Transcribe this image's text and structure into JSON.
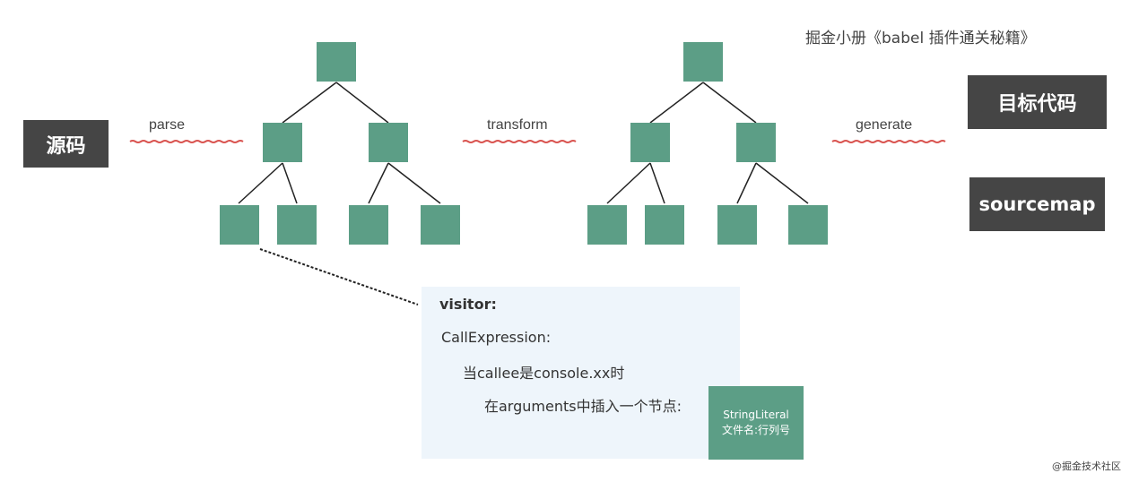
{
  "header": {
    "book_title": "掘金小册《babel 插件通关秘籍》"
  },
  "stages": {
    "source": "源码",
    "target_code": "目标代码",
    "sourcemap": "sourcemap"
  },
  "steps": {
    "parse": "parse",
    "transform": "transform",
    "generate": "generate"
  },
  "visitor_panel": {
    "title": "visitor:",
    "line1": "CallExpression:",
    "line2": "当callee是console.xx时",
    "line3": "在arguments中插入一个节点:"
  },
  "string_literal_node": {
    "line1": "StringLiteral",
    "line2": "文件名:行列号"
  },
  "colors": {
    "node_fill": "#5c9e86",
    "dark_box": "#454545",
    "panel_bg": "#eef5fb",
    "underline_red": "#d9534f"
  },
  "watermark": "@掘金技术社区"
}
